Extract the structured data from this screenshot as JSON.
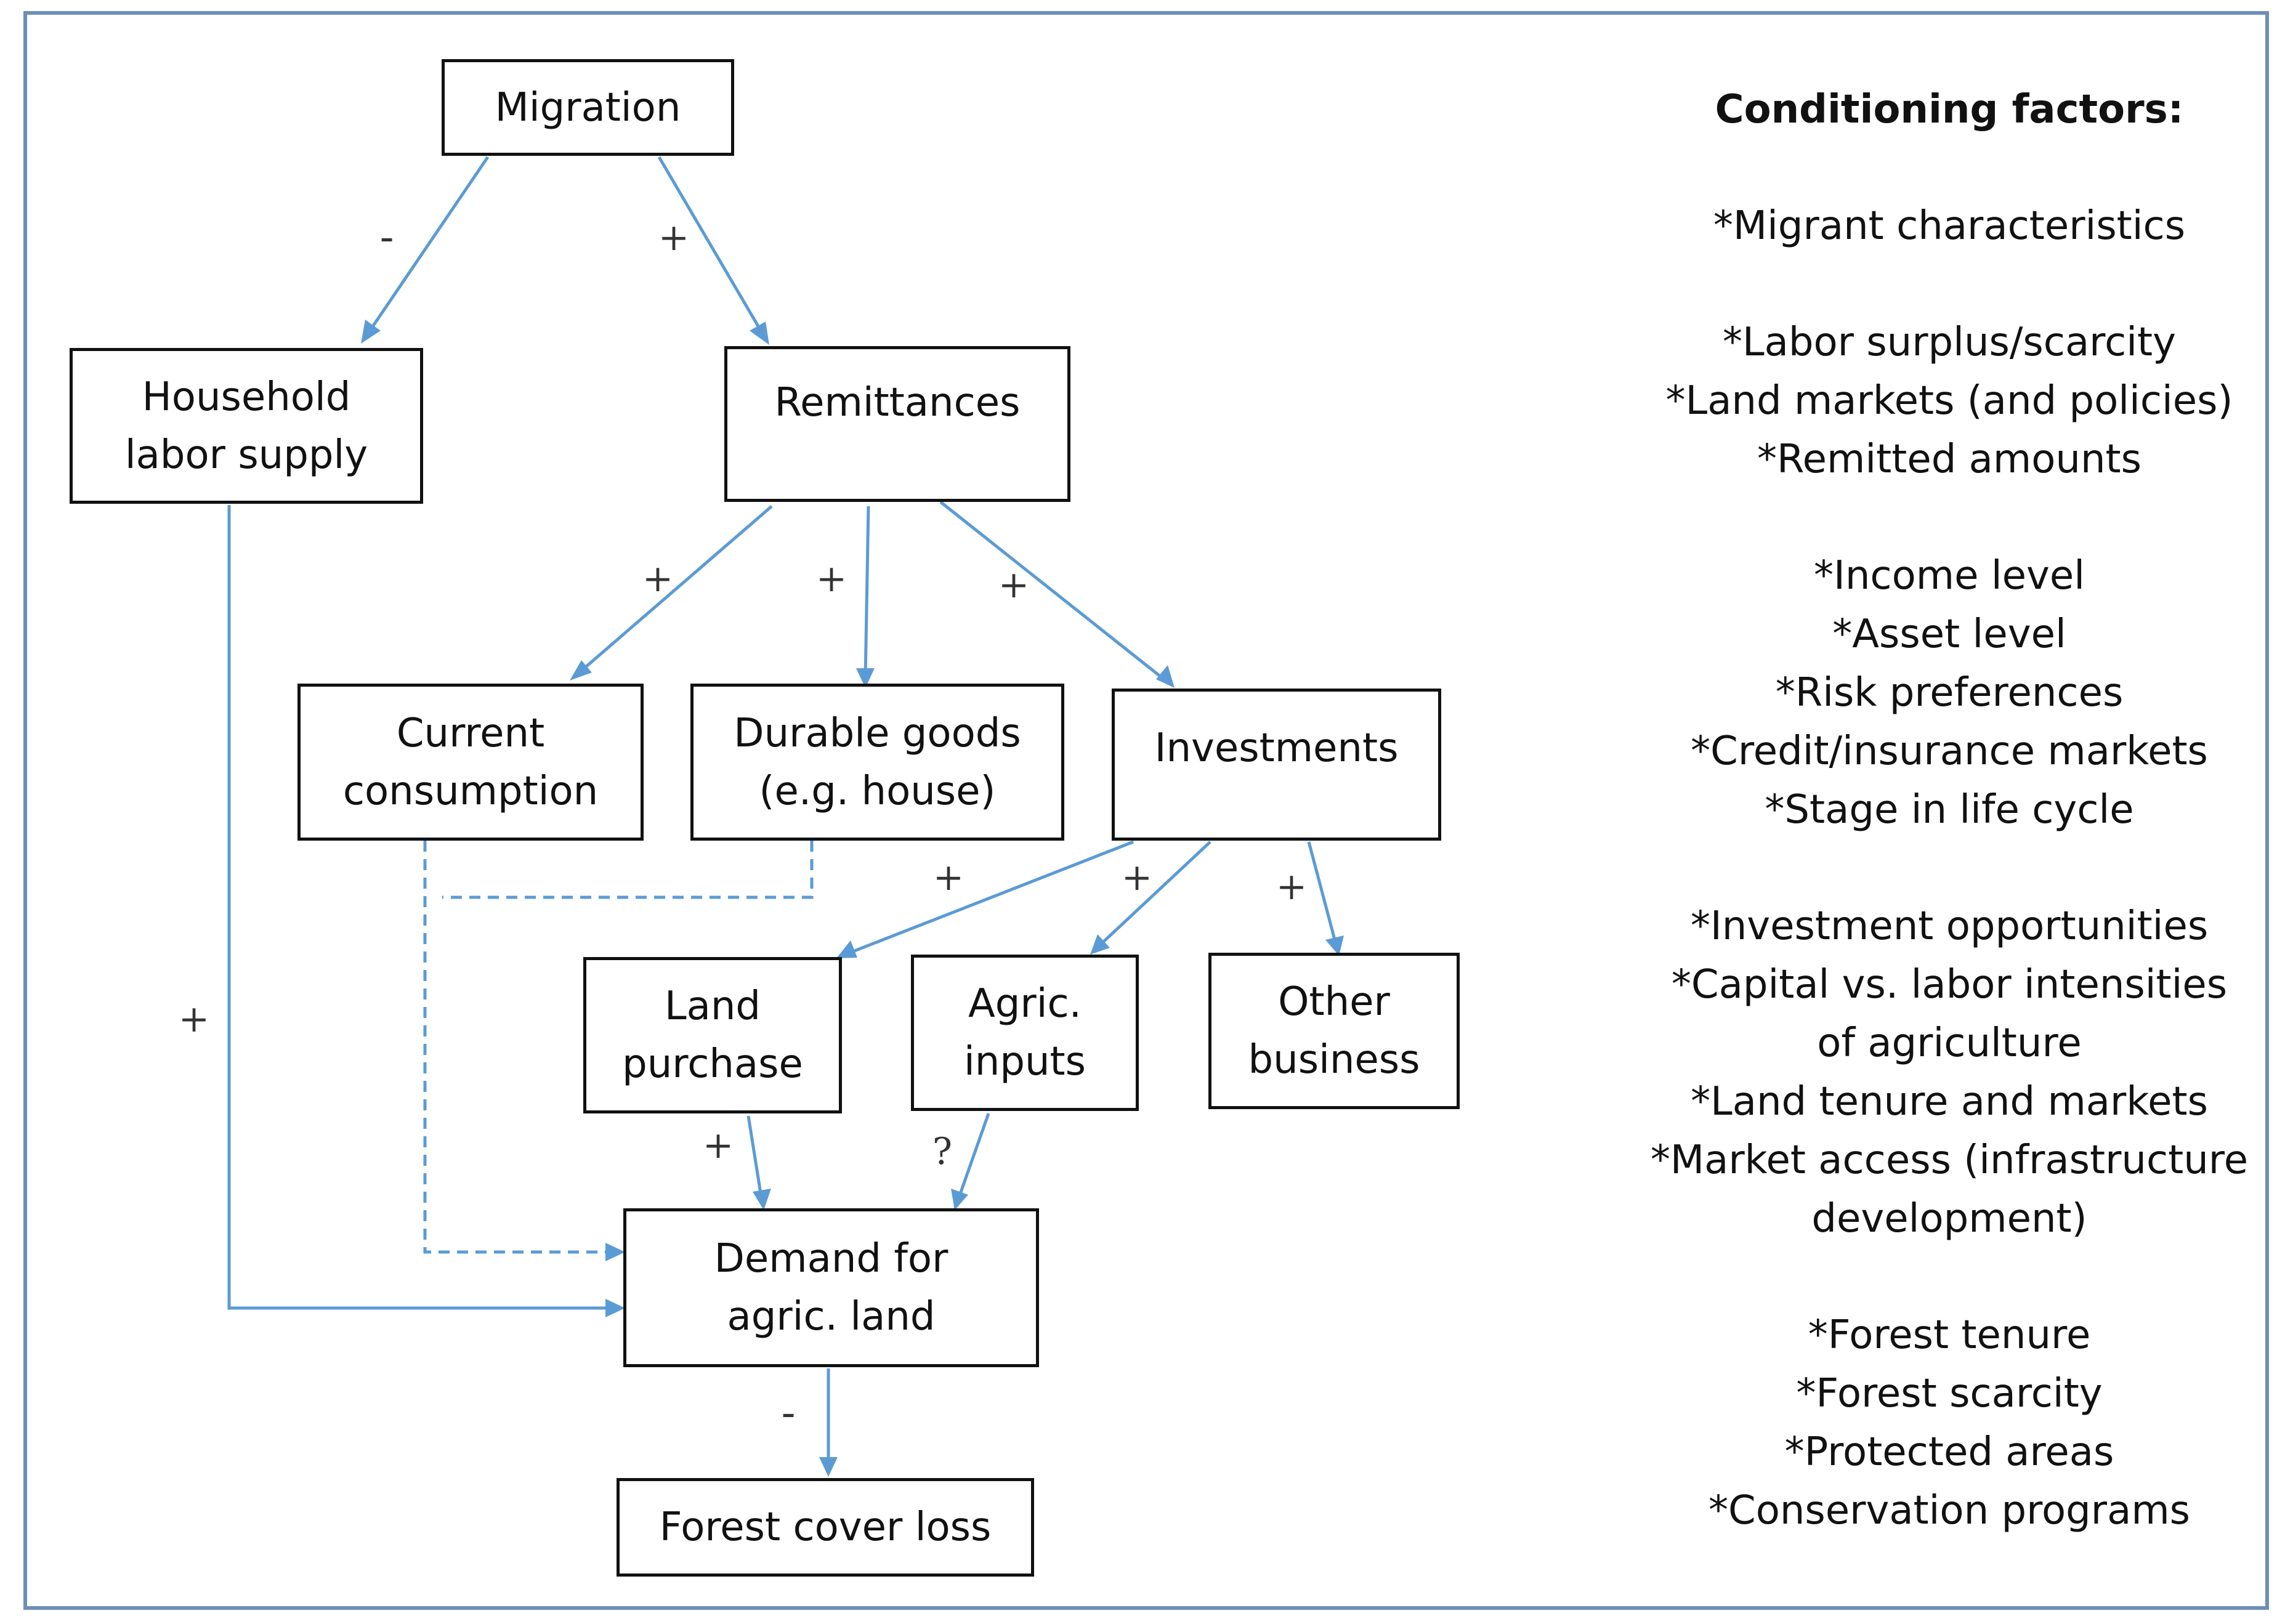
{
  "nodes": {
    "migration": "Migration",
    "household_labor": [
      "Household",
      "labor supply"
    ],
    "remittances": "Remittances",
    "current_consumption": [
      "Current",
      "consumption"
    ],
    "durable_goods": [
      "Durable goods",
      "(e.g. house)"
    ],
    "investments": "Investments",
    "land_purchase": [
      "Land",
      "purchase"
    ],
    "agric_inputs": [
      "Agric.",
      "inputs"
    ],
    "other_business": [
      "Other",
      "business"
    ],
    "demand_land": [
      "Demand for",
      "agric. land"
    ],
    "forest_loss": "Forest cover loss"
  },
  "edges": [
    {
      "from": "Migration",
      "to": "Household labor supply",
      "sign": "-"
    },
    {
      "from": "Migration",
      "to": "Remittances",
      "sign": "+"
    },
    {
      "from": "Remittances",
      "to": "Current consumption",
      "sign": "+"
    },
    {
      "from": "Remittances",
      "to": "Durable goods (e.g. house)",
      "sign": "+"
    },
    {
      "from": "Remittances",
      "to": "Investments",
      "sign": "+"
    },
    {
      "from": "Investments",
      "to": "Land purchase",
      "sign": "+"
    },
    {
      "from": "Investments",
      "to": "Agric. inputs",
      "sign": "+"
    },
    {
      "from": "Investments",
      "to": "Other business",
      "sign": "+"
    },
    {
      "from": "Household labor supply",
      "to": "Demand for agric. land",
      "sign": "+"
    },
    {
      "from": "Land purchase",
      "to": "Demand for agric. land",
      "sign": "+"
    },
    {
      "from": "Agric. inputs",
      "to": "Demand for agric. land",
      "sign": "?"
    },
    {
      "from": "Current consumption / Durable goods (e.g. house)",
      "to": "Demand for agric. land",
      "sign": "",
      "style": "dashed"
    },
    {
      "from": "Demand for agric. land",
      "to": "Forest cover loss",
      "sign": "-"
    }
  ],
  "conditioning_factors": {
    "title": "Conditioning factors:",
    "groups": [
      [
        "*Migrant characteristics"
      ],
      [
        "*Labor surplus/scarcity",
        "*Land markets (and policies)",
        "*Remitted amounts"
      ],
      [
        "*Income level",
        "*Asset level",
        "*Risk preferences",
        "*Credit/insurance markets",
        "*Stage in life cycle"
      ],
      [
        "*Investment opportunities",
        "*Capital vs. labor intensities",
        "of agriculture",
        "*Land tenure and markets",
        "*Market access (infrastructure",
        "development)"
      ],
      [
        "*Forest tenure",
        "*Forest scarcity",
        "*Protected areas",
        "*Conservation programs"
      ]
    ]
  },
  "colors": {
    "arrow": "#5b9bd5",
    "border": "#6d8fb8",
    "box_border": "#111111"
  }
}
